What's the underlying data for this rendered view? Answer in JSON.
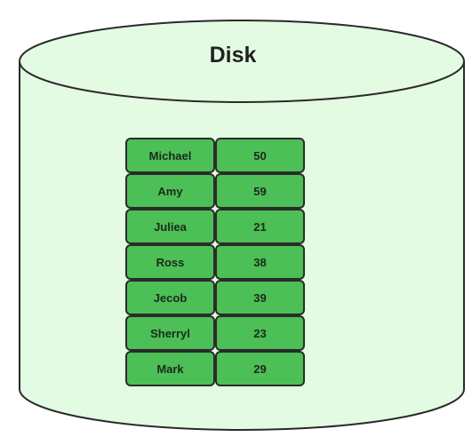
{
  "disk": {
    "title": "Disk",
    "fill_color": "#e3fbe3",
    "stroke_color": "#2a2a2a"
  },
  "records": [
    {
      "name": "Michael",
      "value": "50"
    },
    {
      "name": "Amy",
      "value": "59"
    },
    {
      "name": "Juliea",
      "value": "21"
    },
    {
      "name": "Ross",
      "value": "38"
    },
    {
      "name": "Jecob",
      "value": "39"
    },
    {
      "name": "Sherryl",
      "value": "23"
    },
    {
      "name": "Mark",
      "value": "29"
    }
  ],
  "cell_color": "#4cbf56"
}
